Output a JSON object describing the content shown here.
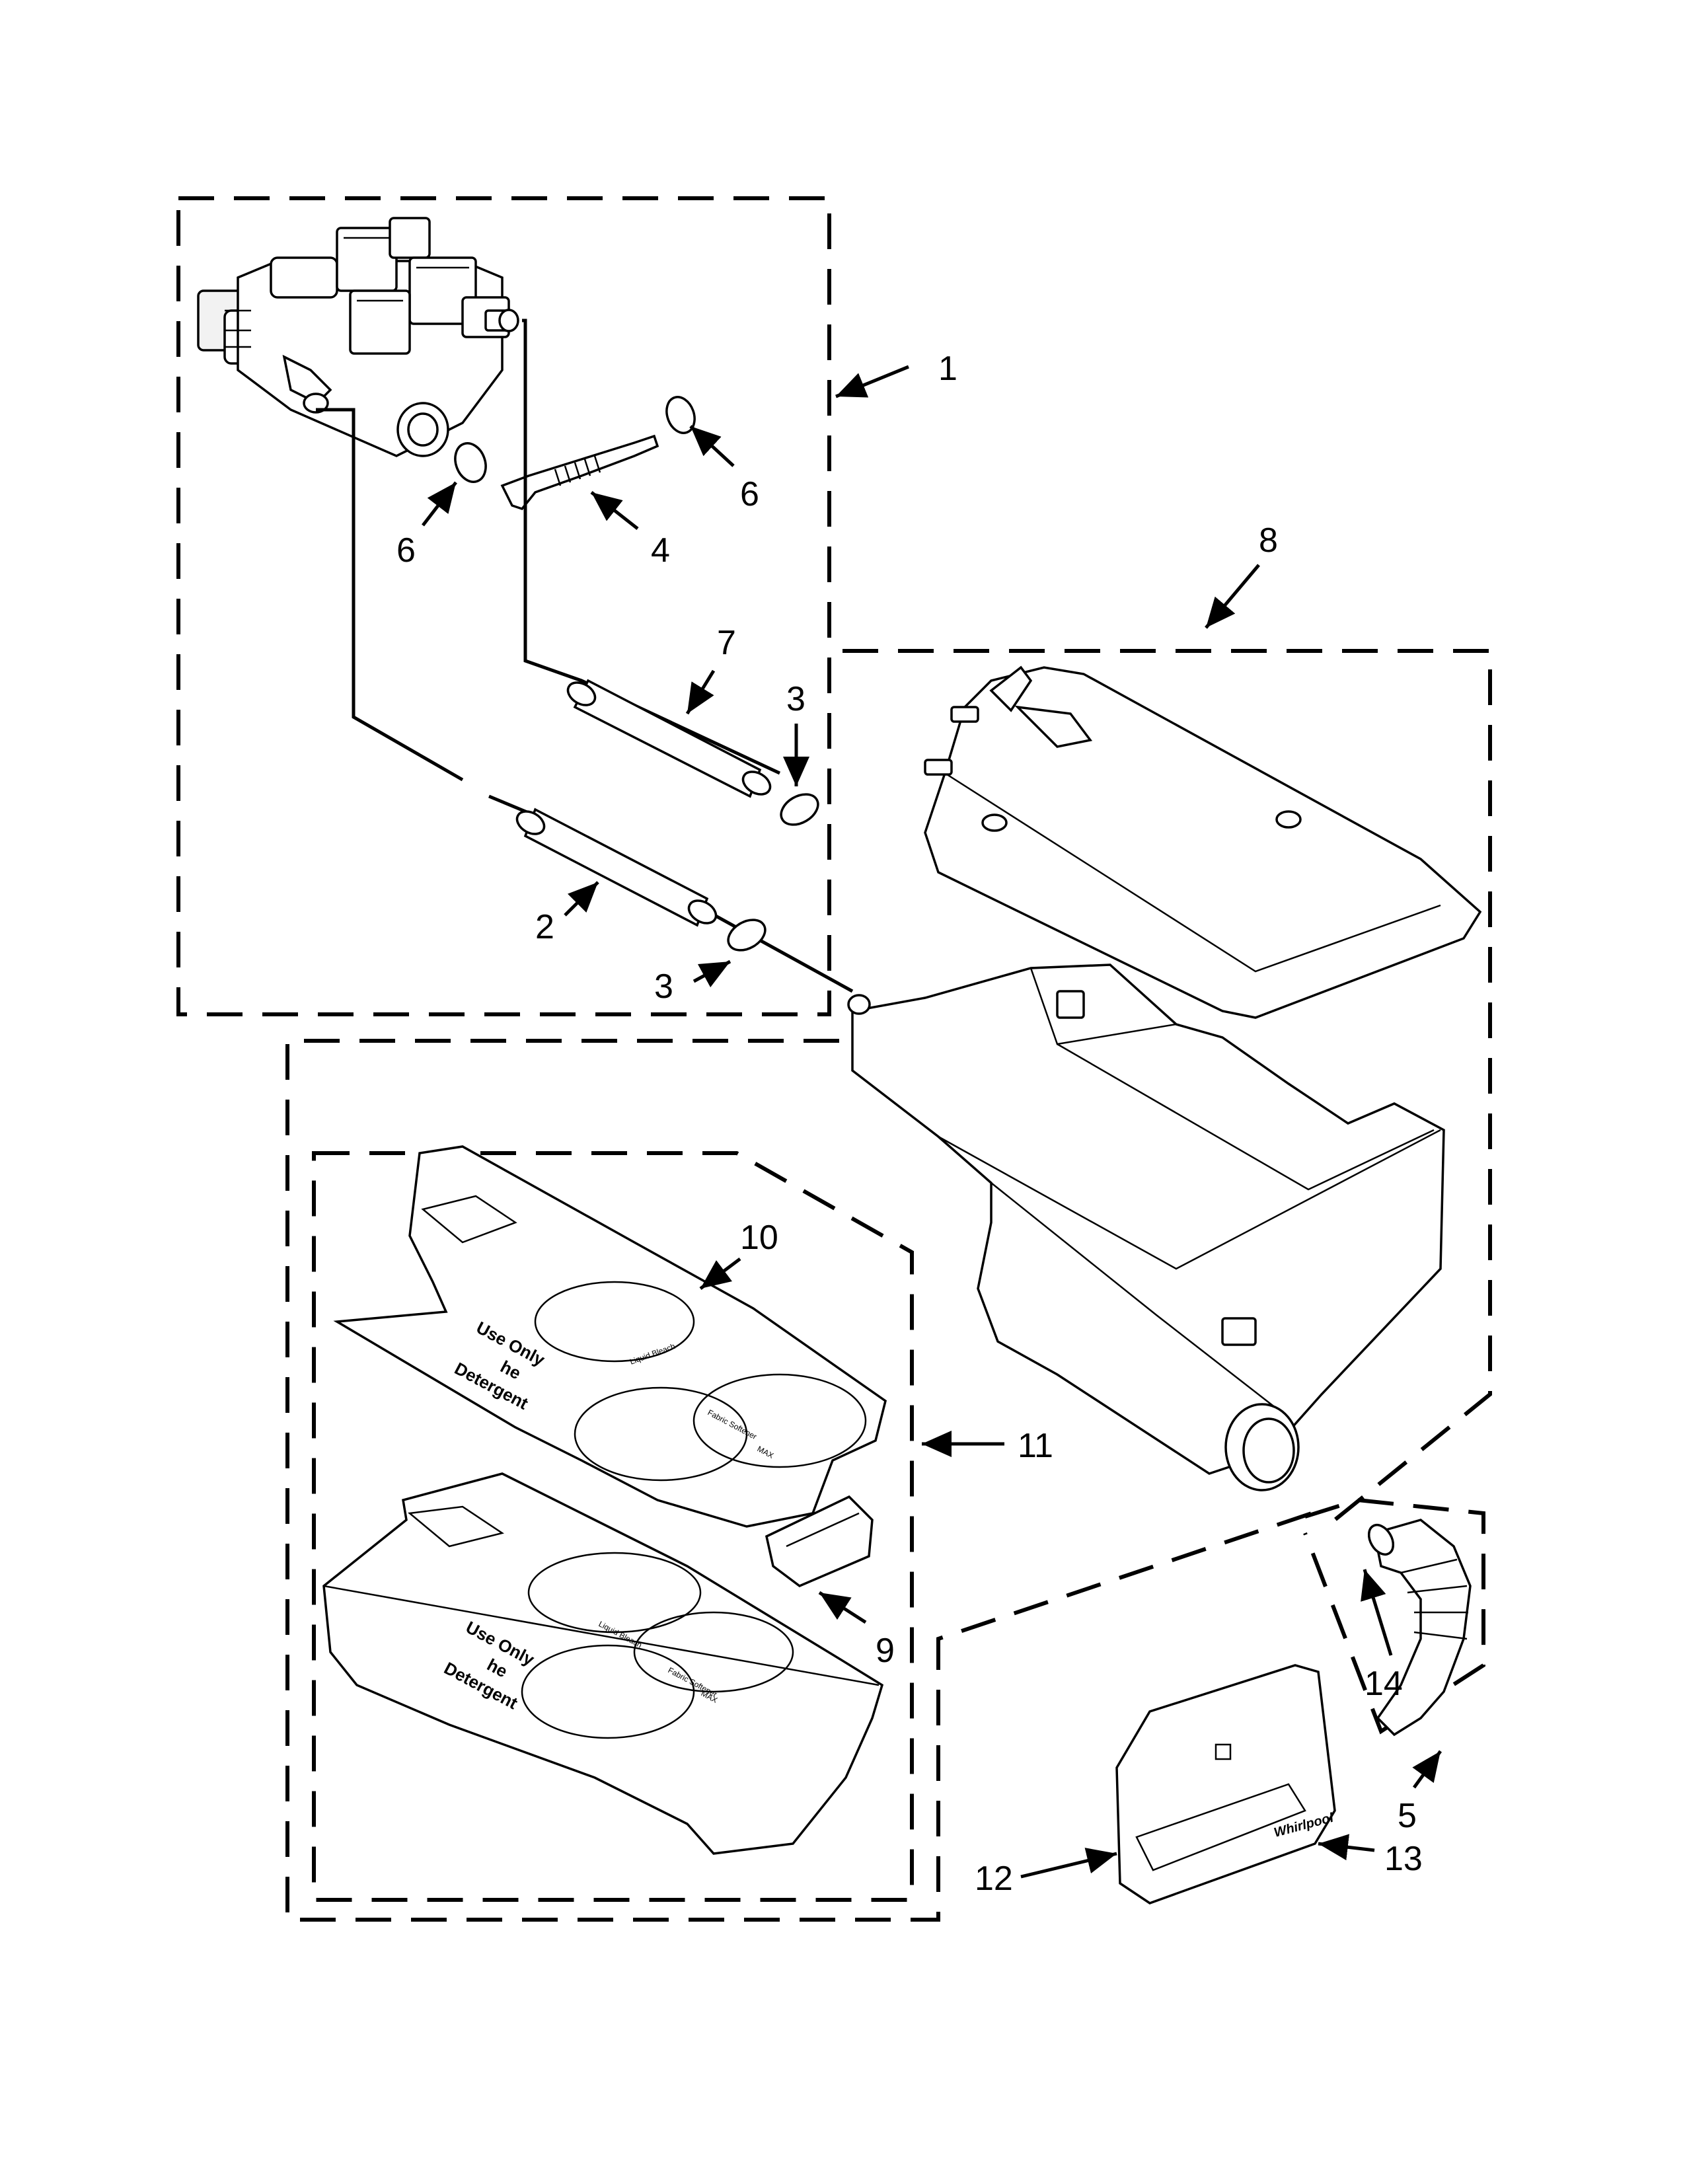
{
  "callouts": [
    {
      "id": "1",
      "label": "1"
    },
    {
      "id": "2",
      "label": "2"
    },
    {
      "id": "3a",
      "label": "3"
    },
    {
      "id": "3b",
      "label": "3"
    },
    {
      "id": "4",
      "label": "4"
    },
    {
      "id": "5",
      "label": "5"
    },
    {
      "id": "6a",
      "label": "6"
    },
    {
      "id": "6b",
      "label": "6"
    },
    {
      "id": "7",
      "label": "7"
    },
    {
      "id": "8",
      "label": "8"
    },
    {
      "id": "9",
      "label": "9"
    },
    {
      "id": "10",
      "label": "10"
    },
    {
      "id": "11",
      "label": "11"
    },
    {
      "id": "12",
      "label": "12"
    },
    {
      "id": "13",
      "label": "13"
    },
    {
      "id": "14",
      "label": "14"
    }
  ],
  "dispenser_text": {
    "use_only": "Use Only",
    "he_logo": "he",
    "detergent": "Detergent",
    "liquid_bleach": "Liquid Bleach",
    "fabric_softener": "Fabric Softener",
    "max": "MAX"
  },
  "brand_badge": "Whirlpool"
}
